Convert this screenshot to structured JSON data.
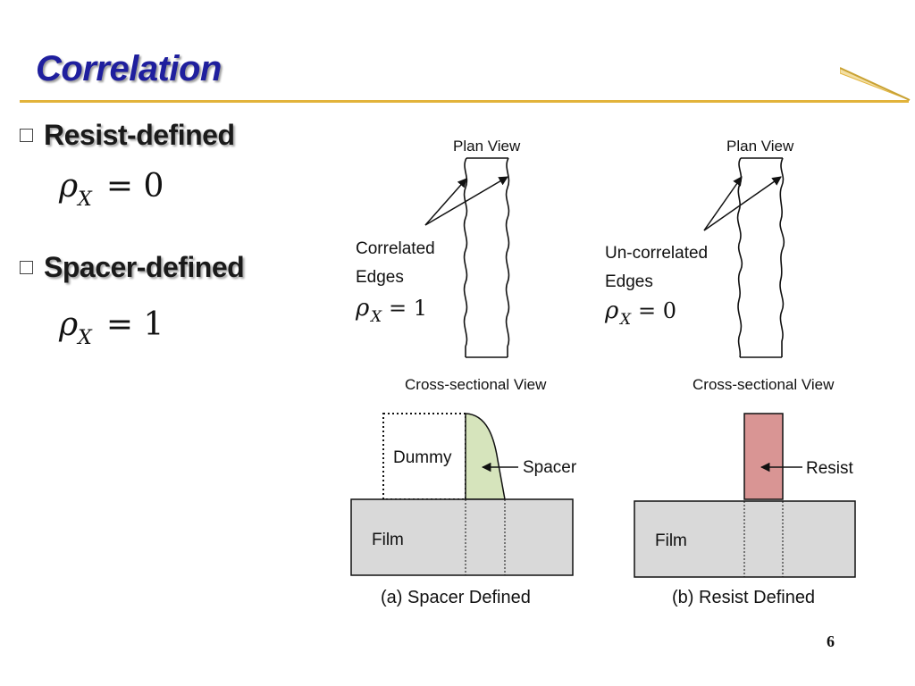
{
  "slide": {
    "title": "Correlation",
    "page_number": "6"
  },
  "bullets": [
    {
      "label": "Resist-defined",
      "equation_symbol": "ρ",
      "equation_subscript": "X",
      "equation_rest": "= 0"
    },
    {
      "label": "Spacer-defined",
      "equation_symbol": "ρ",
      "equation_subscript": "X",
      "equation_rest": "= 1"
    }
  ],
  "diagram": {
    "left_panel": {
      "plan_view_label": "Plan View",
      "edge_label_line1": "Correlated",
      "edge_label_line2": "Edges",
      "rho_symbol": "ρ",
      "rho_subscript": "X",
      "rho_value": "= 1",
      "cross_section_label": "Cross-sectional View",
      "dummy_label": "Dummy",
      "spacer_label": "Spacer",
      "film_label": "Film",
      "caption": "(a) Spacer Defined"
    },
    "right_panel": {
      "plan_view_label": "Plan View",
      "edge_label_line1": "Un-correlated",
      "edge_label_line2": "Edges",
      "rho_symbol": "ρ",
      "rho_subscript": "X",
      "rho_value": "= 0",
      "cross_section_label": "Cross-sectional View",
      "resist_label": "Resist",
      "film_label": "Film",
      "caption": "(b) Resist Defined"
    }
  },
  "colors": {
    "title": "#1f1f9e",
    "rule": "#e2b33a",
    "spacer_fill": "#d6e4bc",
    "resist_fill": "#d99594",
    "film_fill": "#d9d9d9"
  }
}
